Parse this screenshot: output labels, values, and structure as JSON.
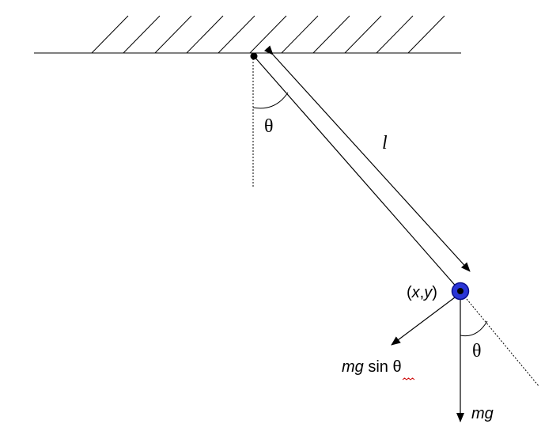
{
  "labels": {
    "length": "l",
    "angle_top": "θ",
    "angle_bottom": "θ",
    "position_open": "(",
    "position_x": "x",
    "position_comma": ",",
    "position_y": "y",
    "position_close": ")",
    "tangential_mg": "mg",
    "tangential_sin": "sin θ",
    "gravity": "mg"
  },
  "colors": {
    "bob_fill": "#2a35d6",
    "bob_stroke": "#0b0f8a",
    "line": "#000000",
    "squiggle": "#cc0000"
  }
}
